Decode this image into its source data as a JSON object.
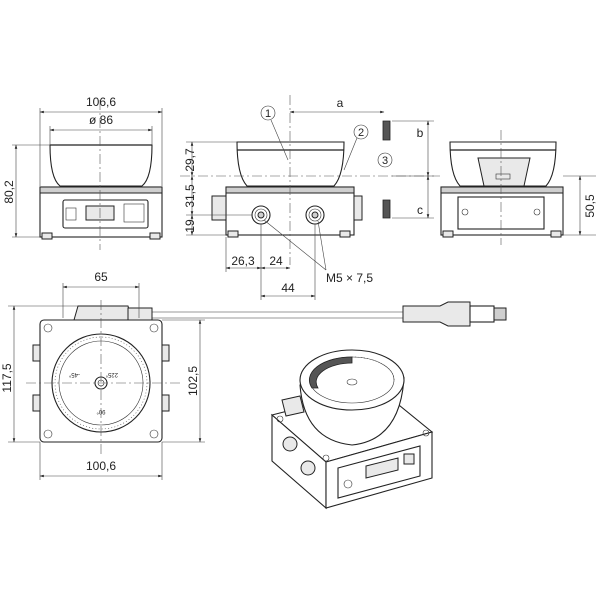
{
  "front_view": {
    "width_label": "106,6",
    "diameter_label": "ø 86",
    "height_label": "80,2"
  },
  "side_view": {
    "dome_height_label": "29,7",
    "upper_base_label": "31,5",
    "hole_height_label": "19",
    "edge_to_hole_label": "26,3",
    "hole_to_center_label": "24",
    "hole_spacing_label": "44",
    "thread_label": "M5 × 7,5",
    "dim_a": "a"
  },
  "mounting": {
    "dim_b": "b",
    "dim_c": "c"
  },
  "callouts": [
    "1",
    "2",
    "3"
  ],
  "rear_view": {
    "height_label": "50,5"
  },
  "top_view": {
    "gland_width_label": "65",
    "width_label": "100,6",
    "depth_label": "117,5",
    "inner_label": "102,5",
    "dial_labels": [
      "-45°",
      "225°",
      "90°"
    ]
  }
}
